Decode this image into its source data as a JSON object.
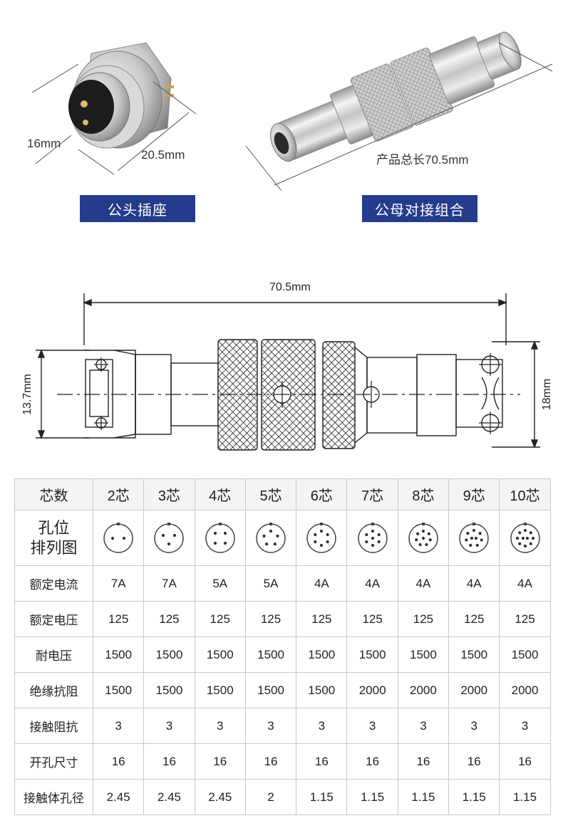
{
  "photos": {
    "socket": {
      "dim_left": "16mm",
      "dim_bottom": "20.5mm",
      "badge": "公头插座"
    },
    "combo": {
      "dim_length": "产品总长70.5mm",
      "badge": "公母对接组合"
    }
  },
  "drawing": {
    "length": "70.5mm",
    "left_height": "13.7mm",
    "right_height": "18mm"
  },
  "table": {
    "header_label": "芯数",
    "pin_label_line1": "孔位",
    "pin_label_line2": "排列图",
    "cores": [
      "2芯",
      "3芯",
      "4芯",
      "5芯",
      "6芯",
      "7芯",
      "8芯",
      "9芯",
      "10芯"
    ],
    "pin_counts": [
      2,
      3,
      4,
      5,
      6,
      7,
      8,
      9,
      10
    ],
    "rows": [
      {
        "label": "额定电流",
        "values": [
          "7A",
          "7A",
          "5A",
          "5A",
          "4A",
          "4A",
          "4A",
          "4A",
          "4A"
        ]
      },
      {
        "label": "额定电压",
        "values": [
          "125",
          "125",
          "125",
          "125",
          "125",
          "125",
          "125",
          "125",
          "125"
        ]
      },
      {
        "label": "耐电压",
        "values": [
          "1500",
          "1500",
          "1500",
          "1500",
          "1500",
          "1500",
          "1500",
          "1500",
          "1500"
        ]
      },
      {
        "label": "绝缘抗阻",
        "values": [
          "1500",
          "1500",
          "1500",
          "1500",
          "1500",
          "2000",
          "2000",
          "2000",
          "2000"
        ]
      },
      {
        "label": "接触阻抗",
        "values": [
          "3",
          "3",
          "3",
          "3",
          "3",
          "3",
          "3",
          "3",
          "3"
        ]
      },
      {
        "label": "开孔尺寸",
        "values": [
          "16",
          "16",
          "16",
          "16",
          "16",
          "16",
          "16",
          "16",
          "16"
        ]
      },
      {
        "label": "接触体孔径",
        "values": [
          "2.45",
          "2.45",
          "2.45",
          "2",
          "1.15",
          "1.15",
          "1.15",
          "1.15",
          "1.15"
        ]
      }
    ]
  },
  "colors": {
    "badge_bg": "#253c8c",
    "metal_light": "#f2f2f2",
    "metal_dark": "#8a8a8a"
  }
}
